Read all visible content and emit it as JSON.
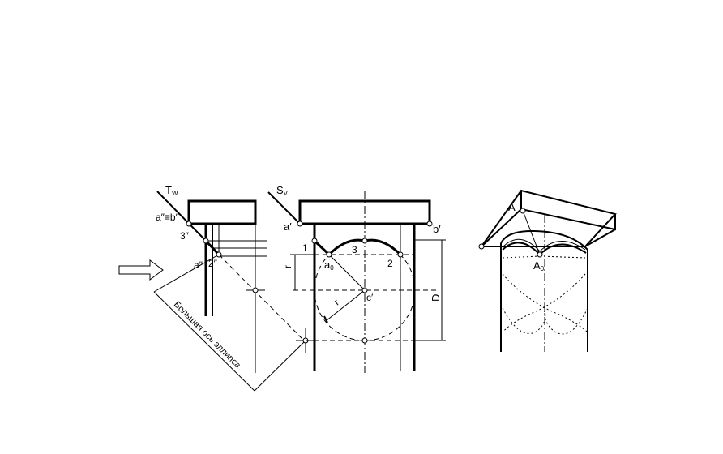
{
  "labels": {
    "tw": "T",
    "tw_sub": "W",
    "sv": "S",
    "sv_sub": "V",
    "a2b2": "a″≡b″",
    "p3pp": "3″",
    "a1pp": "a″",
    "p2pp": "2″",
    "major_axis": "Большая ось эллипса",
    "a_prime": "a′",
    "b_prime": "b′",
    "p1": "1",
    "p3": "3",
    "p2": "2",
    "a0": "a",
    "a0_sub": "0",
    "c_prime": "c′",
    "r_vert": "r",
    "r_diag": "r",
    "D": "D",
    "A": "A",
    "A0": "A",
    "A0_sub": "0"
  }
}
